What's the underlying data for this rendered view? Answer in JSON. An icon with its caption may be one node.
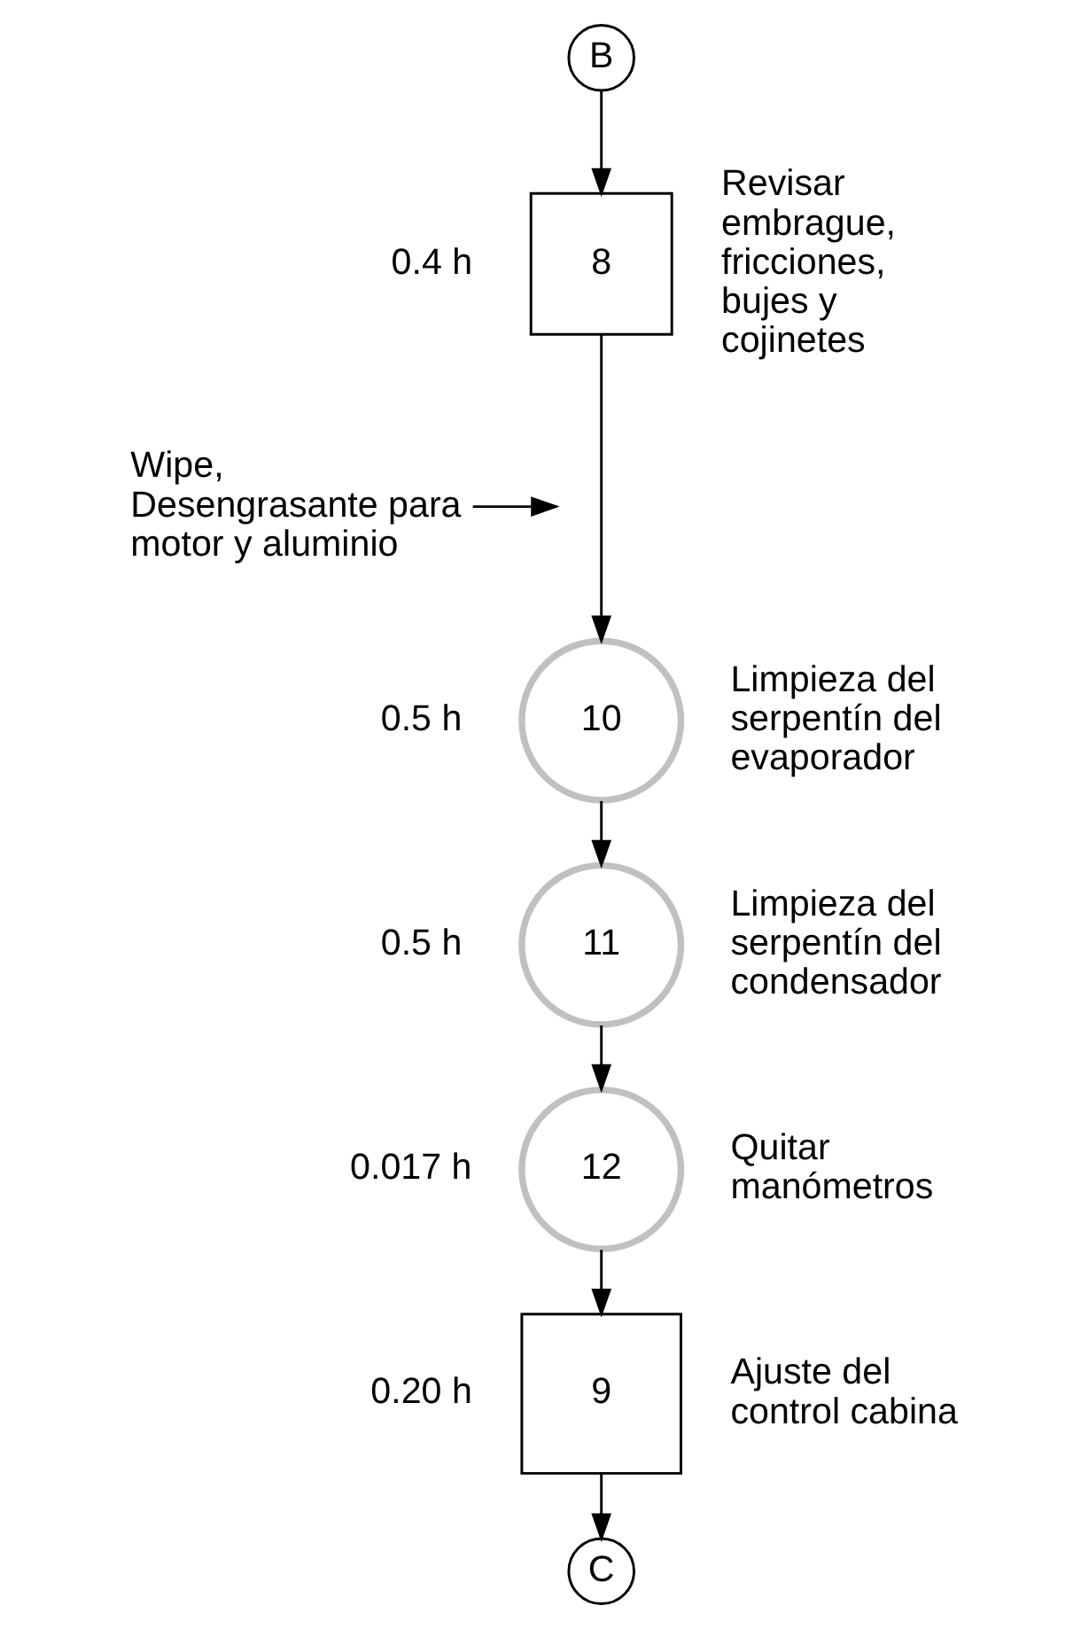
{
  "diagram": {
    "nodes": [
      {
        "text": [
          "B"
        ]
      },
      {
        "text": [
          "8"
        ],
        "beside": [
          "0.4 h",
          "Revisar embrague, fricciones, bujes y cojinetes"
        ]
      },
      {
        "text": [
          "Wipe, Desengrasante para motor y aluminio"
        ]
      },
      {
        "text": [
          "10"
        ],
        "beside": [
          "0.5 h",
          "Limpieza del serpentín del evaporador"
        ]
      },
      {
        "text": [
          "11"
        ],
        "beside": [
          "0.5 h",
          "Limpieza del serpentín del condensador"
        ]
      },
      {
        "text": [
          "12"
        ],
        "beside": [
          "0.017 h",
          "Quitar manómetros"
        ]
      },
      {
        "text": [
          "9"
        ],
        "beside": [
          "0.20 h",
          "Ajuste del control cabina"
        ]
      },
      {
        "text": [
          "C"
        ]
      }
    ],
    "edges": [
      {
        "from": 0,
        "to": 1,
        "arrow": "to"
      },
      {
        "from": 1,
        "to": 3,
        "arrow": "to"
      },
      {
        "from": 2,
        "to": null,
        "arrow": "to"
      },
      {
        "from": 3,
        "to": 4,
        "arrow": "to"
      },
      {
        "from": 4,
        "to": 5,
        "arrow": "to"
      },
      {
        "from": 5,
        "to": 6,
        "arrow": "to"
      },
      {
        "from": 6,
        "to": 7,
        "arrow": "to"
      }
    ]
  }
}
